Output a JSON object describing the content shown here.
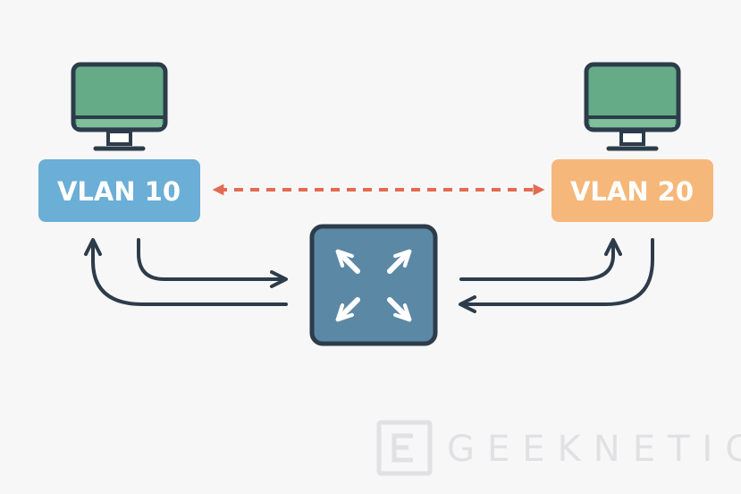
{
  "nodes": {
    "left": {
      "label": "VLAN 10",
      "color": "#6baed6"
    },
    "right": {
      "label": "VLAN 20",
      "color": "#f5b87a"
    }
  },
  "router": {
    "icon": "expand-arrows-icon",
    "color": "#5b88a5"
  },
  "monitors": {
    "screen_color": "#66ab88",
    "outline_color": "#2d3c4a"
  },
  "connections": {
    "inter_vlan_link": {
      "style": "dashed",
      "color": "#e36b52"
    },
    "uplink_color": "#2d3c4a"
  },
  "watermark": {
    "text": "GEEKNETIC",
    "color": "#e1e1e3"
  }
}
